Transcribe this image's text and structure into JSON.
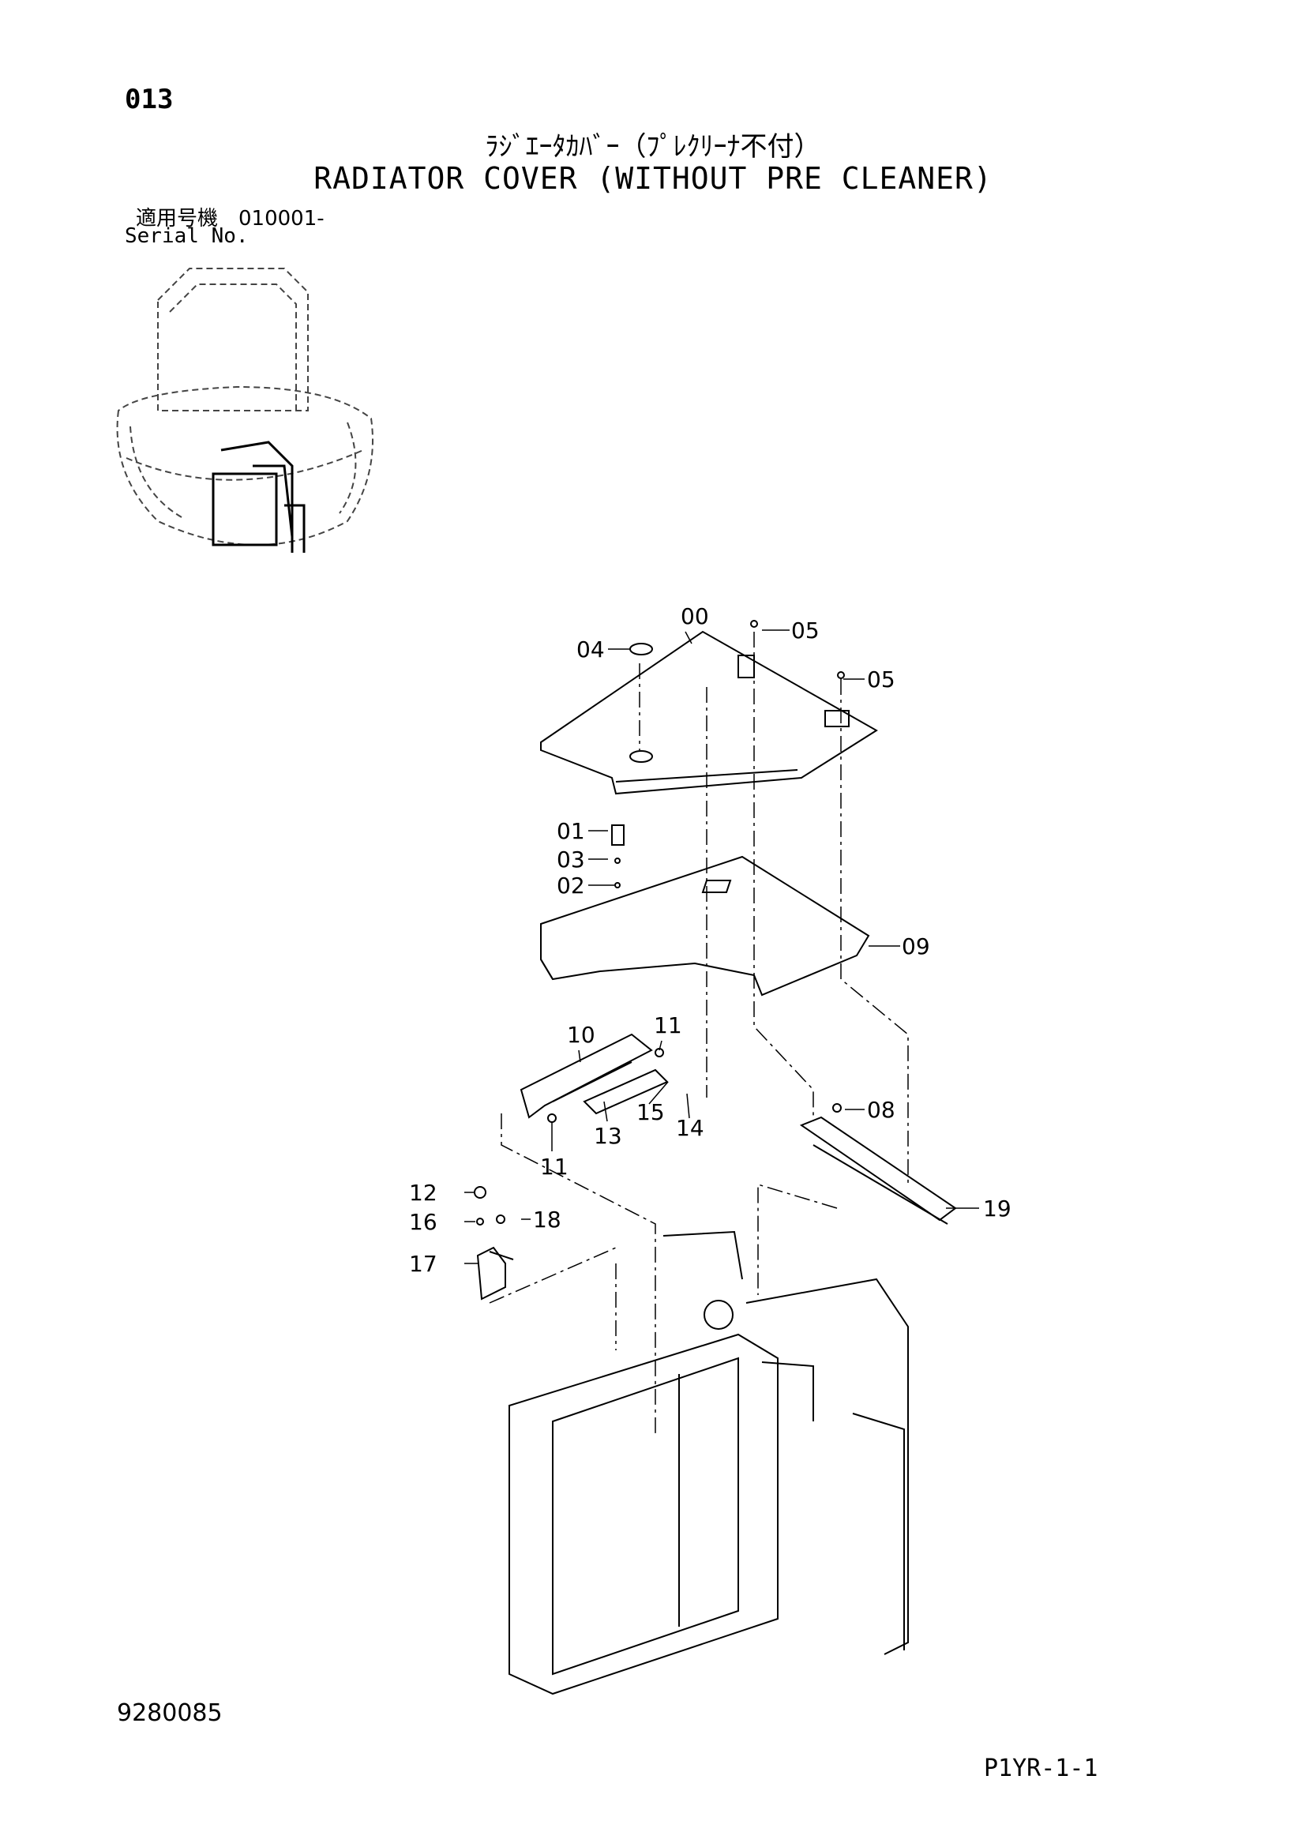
{
  "header": {
    "page_number": "013",
    "title_jp": "ﾗｼﾞｴｰﾀｶﾊﾞｰ（ﾌﾟﾚｸﾘｰﾅ不付）",
    "title_en": "RADIATOR COVER (WITHOUT PRE CLEANER)",
    "serial_jp": "適用号機　010001-",
    "serial_en": "Serial No."
  },
  "footer": {
    "doc_number": "9280085",
    "page_code": "P1YR-1-1"
  },
  "callouts": [
    "00",
    "04",
    "05",
    "05",
    "01",
    "03",
    "02",
    "09",
    "10",
    "11",
    "11",
    "13",
    "15",
    "14",
    "08",
    "19",
    "12",
    "16",
    "18",
    "17"
  ]
}
